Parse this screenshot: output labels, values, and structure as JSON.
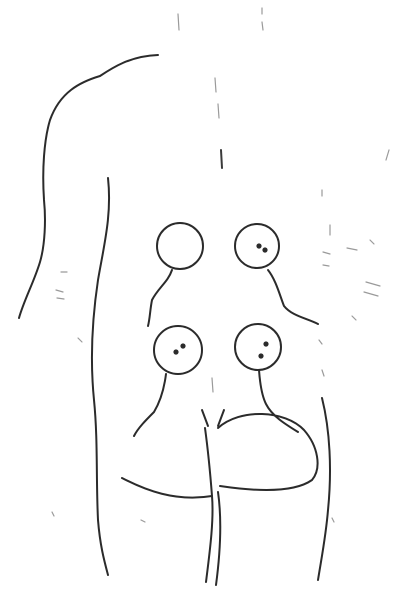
{
  "figure": {
    "subject": "back-view-torso-sketch",
    "colors": {
      "background": "#ffffff",
      "ink": "#2b2b2b",
      "faint_ink": "#9a9a9a"
    },
    "markers": [
      {
        "id": "upper-left-marker",
        "label": ""
      },
      {
        "id": "upper-right-marker",
        "label": ""
      },
      {
        "id": "lower-left-marker",
        "label": ""
      },
      {
        "id": "lower-right-marker",
        "label": ""
      }
    ]
  }
}
